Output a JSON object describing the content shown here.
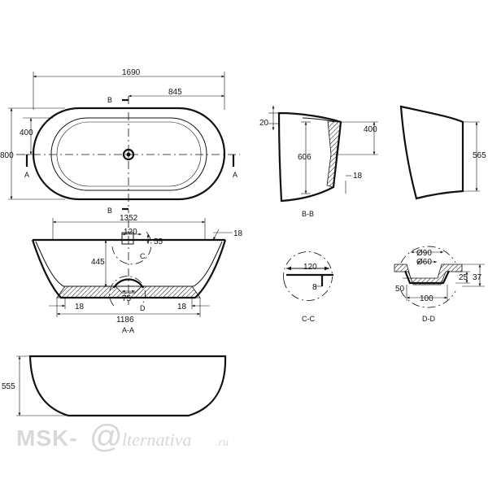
{
  "plan_view": {
    "dim_total_length": "1690",
    "dim_half_length": "845",
    "dim_inner_width": "400",
    "dim_total_width": "800",
    "section_mark_b_top": "B",
    "section_mark_b_bottom": "B",
    "section_mark_a_left": "A",
    "section_mark_a_right": "A"
  },
  "section_aa": {
    "dim_top_width": "1352",
    "dim_rim": "18",
    "dim_detail_c_width": "120",
    "detail_c_mark": "C",
    "dim_detail_c_depth": "55",
    "dim_depth": "445",
    "dim_drain": "75",
    "detail_d_mark": "D",
    "dim_base_left": "18",
    "dim_base_right": "18",
    "dim_base_width": "1186",
    "title": "A-A"
  },
  "section_bb": {
    "dim_rim": "20",
    "dim_inner_depth": "400",
    "dim_inner_height": "606",
    "dim_base": "18",
    "title": "B-B"
  },
  "side_view_d": {
    "dim_height": "565"
  },
  "detail_cc": {
    "dim_width": "120",
    "dim_thickness": "8",
    "title": "C-C"
  },
  "detail_dd": {
    "dim_outer_dia": "Ø90",
    "dim_inner_dia": "Ø60",
    "dim_height_25": "25",
    "dim_height_37": "37",
    "dim_offset": "50",
    "dim_width": "100",
    "title": "D-D"
  },
  "elevation": {
    "dim_height": "555"
  },
  "watermark": {
    "brand_left": "MSK-",
    "brand_at": "@",
    "brand_right": "lternativa",
    "brand_domain": ".ru"
  }
}
